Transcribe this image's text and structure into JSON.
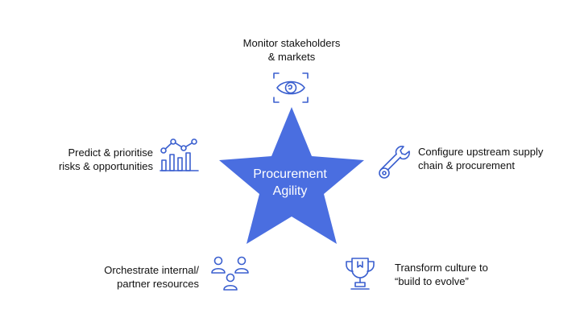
{
  "diagram": {
    "accent_color": "#4a6ee0",
    "icon_color": "#3a5fcf",
    "center": {
      "line1": "Procurement",
      "line2": "Agility"
    },
    "items": [
      {
        "id": "monitor",
        "line1": "Monitor stakeholders",
        "line2": "& markets",
        "icon": "eye-icon"
      },
      {
        "id": "configure",
        "line1": "Configure upstream supply",
        "line2": "chain & procurement",
        "icon": "wrench-icon"
      },
      {
        "id": "transform",
        "line1": "Transform culture to",
        "line2": "“build to evolve”",
        "icon": "trophy-icon"
      },
      {
        "id": "orchestrate",
        "line1": "Orchestrate internal/",
        "line2": "partner resources",
        "icon": "people-icon"
      },
      {
        "id": "predict",
        "line1": "Predict & prioritise",
        "line2": "risks & opportunities",
        "icon": "chart-icon"
      }
    ]
  }
}
